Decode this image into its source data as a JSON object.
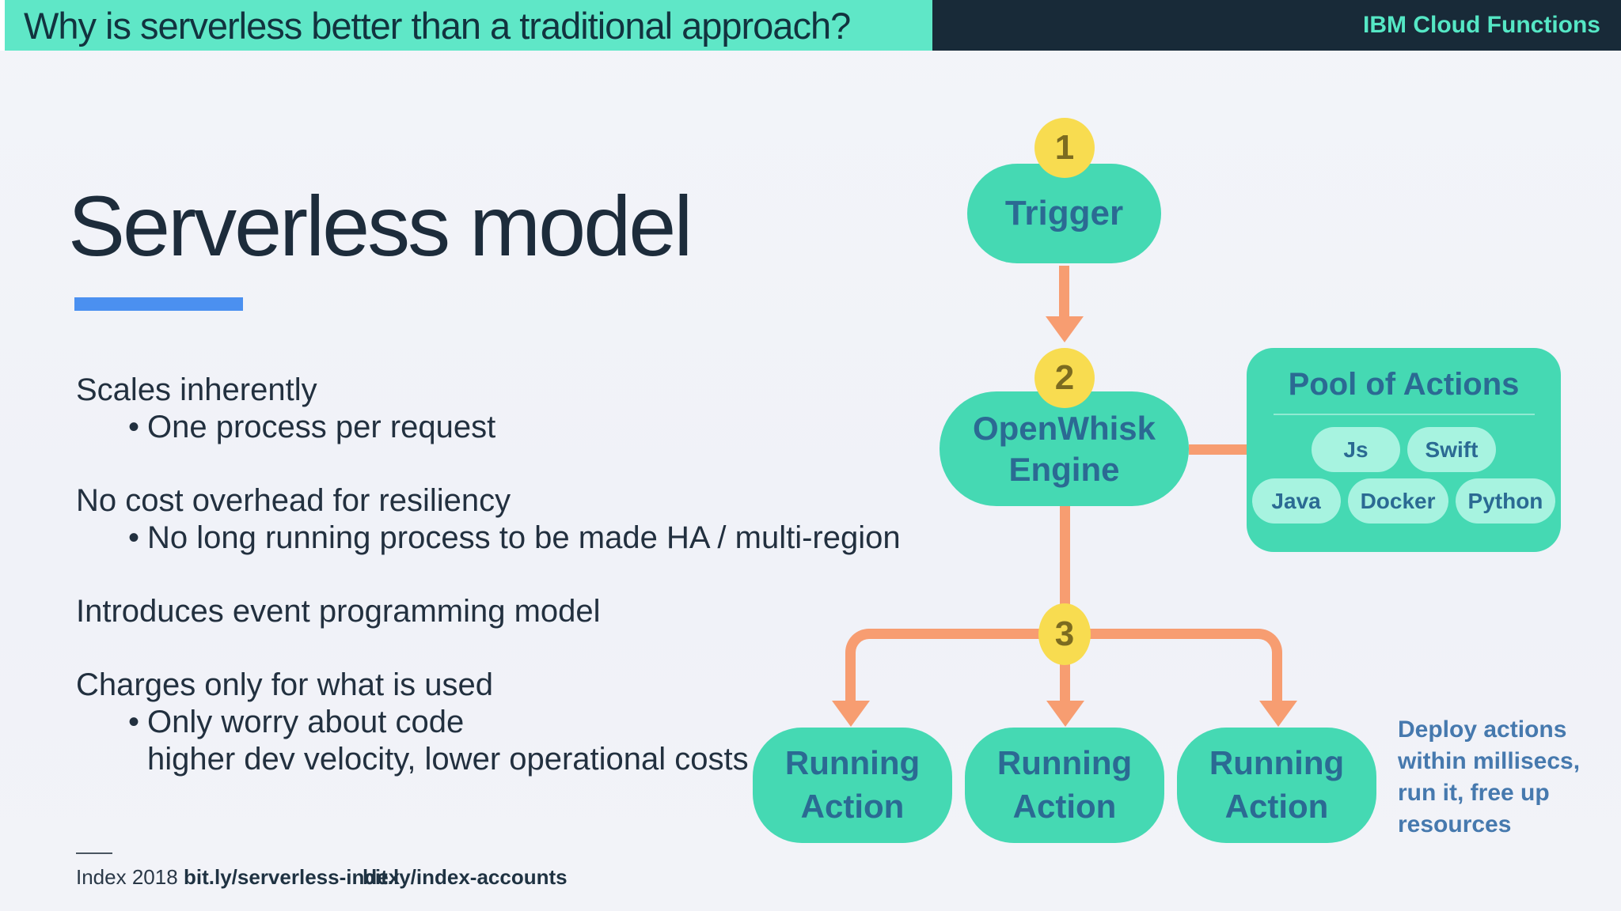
{
  "topbar": {
    "question": "Why is serverless better than a traditional approach?",
    "brand": "IBM Cloud Functions"
  },
  "slide": {
    "title": "Serverless model"
  },
  "ui": {
    "bullet_glyph": "•"
  },
  "points": [
    {
      "heading": "Scales inherently",
      "bullets": [
        "One process per request"
      ]
    },
    {
      "heading": "No cost overhead for resiliency",
      "bullets": [
        "No long running process to be made HA / multi-region"
      ]
    },
    {
      "heading": "Introduces event programming model",
      "bullets": []
    },
    {
      "heading": "Charges only for what is used",
      "bullets": [
        "Only worry about code"
      ],
      "continuation": "higher dev velocity, lower operational costs"
    }
  ],
  "footer": {
    "label": "Index 2018",
    "links": [
      "bit.ly/serverless-index",
      "bit.ly/index-accounts"
    ]
  },
  "diagram": {
    "steps": [
      {
        "number": "1"
      },
      {
        "number": "2"
      },
      {
        "number": "3"
      }
    ],
    "trigger_label": "Trigger",
    "engine": {
      "line1": "OpenWhisk",
      "line2": "Engine"
    },
    "running": {
      "line1": "Running",
      "line2": "Action"
    },
    "pool": {
      "title": "Pool of Actions",
      "pills": [
        "Js",
        "Swift",
        "Java",
        "Docker",
        "Python"
      ]
    },
    "note_lines": [
      "Deploy actions",
      "within millisecs,",
      "run it, free up",
      "resources"
    ]
  },
  "colors": {
    "banner_teal": "#5fe7c7",
    "banner_navy": "#182a38",
    "brand_text_teal": "#55e7c5",
    "accent_bar_blue": "#4b90f0",
    "node_teal": "#45d9b3",
    "node_text_navy": "#2b6a93",
    "pill_mint": "#a7f3e0",
    "step_yellow": "#f8dc50",
    "step_number_olive": "#7c6b20",
    "arrow_orange": "#f79d71",
    "note_blue": "#4679ae",
    "body_text": "#22303f",
    "background": "#f1f3f8"
  }
}
